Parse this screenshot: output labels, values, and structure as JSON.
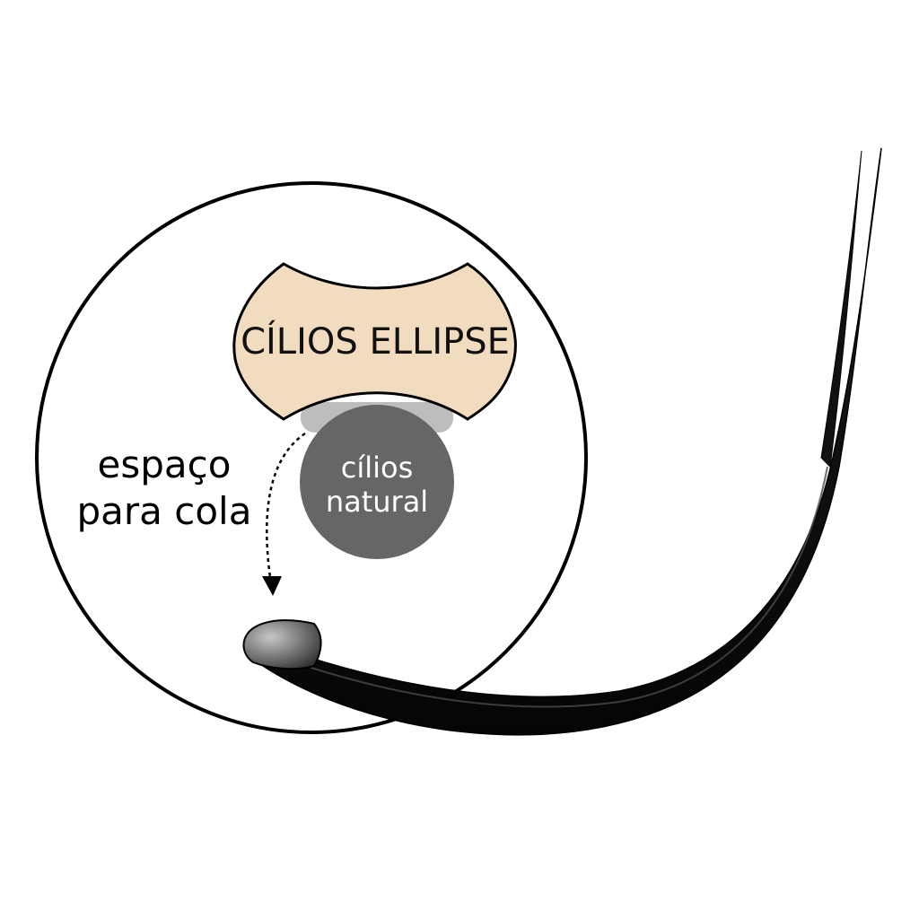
{
  "diagram": {
    "ellipse_label": "CÍLIOS ELLIPSE",
    "natural_label_line1": "cílios",
    "natural_label_line2": "natural",
    "glue_label_line1": "espaço",
    "glue_label_line2": "para cola"
  },
  "colors": {
    "ellipse_fill": "#f1dcc0",
    "natural_fill": "#666666",
    "glue_fill": "#bdbdbd",
    "lash": "#1a1a1a",
    "outline": "#000000",
    "background": "#ffffff"
  }
}
